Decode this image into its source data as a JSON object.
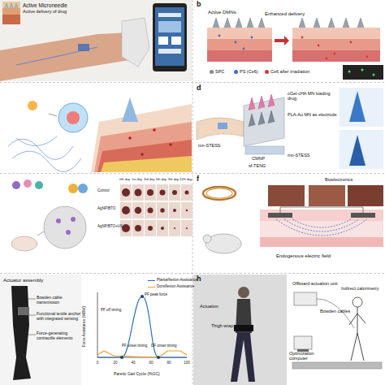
{
  "diagram": {
    "nodes": [
      {
        "text": [
          "Active Microneedle",
          "Active delivery of drug"
        ]
      },
      {
        "text": [
          "b",
          "Active DMNs",
          "Enhanced delivery"
        ]
      },
      {
        "text": [
          "d",
          "cGel-cHA MN loading drug",
          "PLA-Au MN as electrode",
          "mn-STESS",
          "CMNP",
          "sf-TENG",
          "mn-STESS"
        ]
      },
      {
        "text": [
          "Control",
          "AgNP/BTO",
          "AgNP/BTO+US",
          "0th day",
          "1st day",
          "3rd day",
          "6th day",
          "9th day",
          "12th day"
        ]
      },
      {
        "text": [
          "f",
          "Bioelectronics",
          "Endogenous electric field"
        ]
      },
      {
        "text": [
          "Actuator assembly",
          "Bowden cable transmission",
          "Functional textile anchor with integrated sensing",
          "Force-generating contractile elements",
          "PF peak force",
          "PF onset timing",
          "DF onset timing",
          "PF off timing",
          "Force Assistance (%BW)",
          "Paretic Gait Cycle (%GC)"
        ]
      },
      {
        "text": [
          "h",
          "Actuation",
          "Thigh wrap",
          "Offboard actuation unit",
          "Bowden cables",
          "Optimization computer",
          "Indirect calorimetry"
        ]
      }
    ],
    "labels": [
      "0",
      "20",
      "40",
      "60",
      "80",
      "100"
    ],
    "legend": [
      {
        "text": "SPC",
        "color": "#8a8a8a"
      },
      {
        "text": "PS (Ce6)",
        "color": "#3b6fc4"
      },
      {
        "text": "Ce6 after irradiation",
        "color": "#d23c3c"
      },
      {
        "text": "Plantarflexion Assistance"
      },
      {
        "text": "Dorsiflexion Assistance"
      }
    ]
  }
}
